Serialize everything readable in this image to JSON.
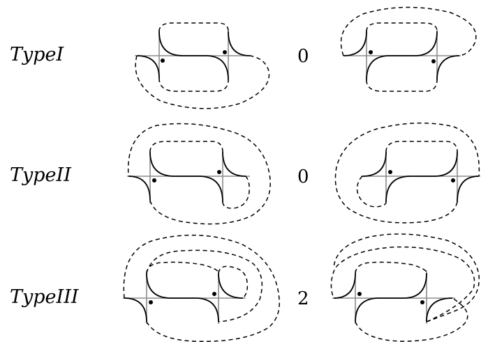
{
  "rows": [
    {
      "label": "TypeI",
      "value": "0"
    },
    {
      "label": "TypeII",
      "value": "0"
    },
    {
      "label": "TypeIII",
      "value": "2"
    }
  ]
}
